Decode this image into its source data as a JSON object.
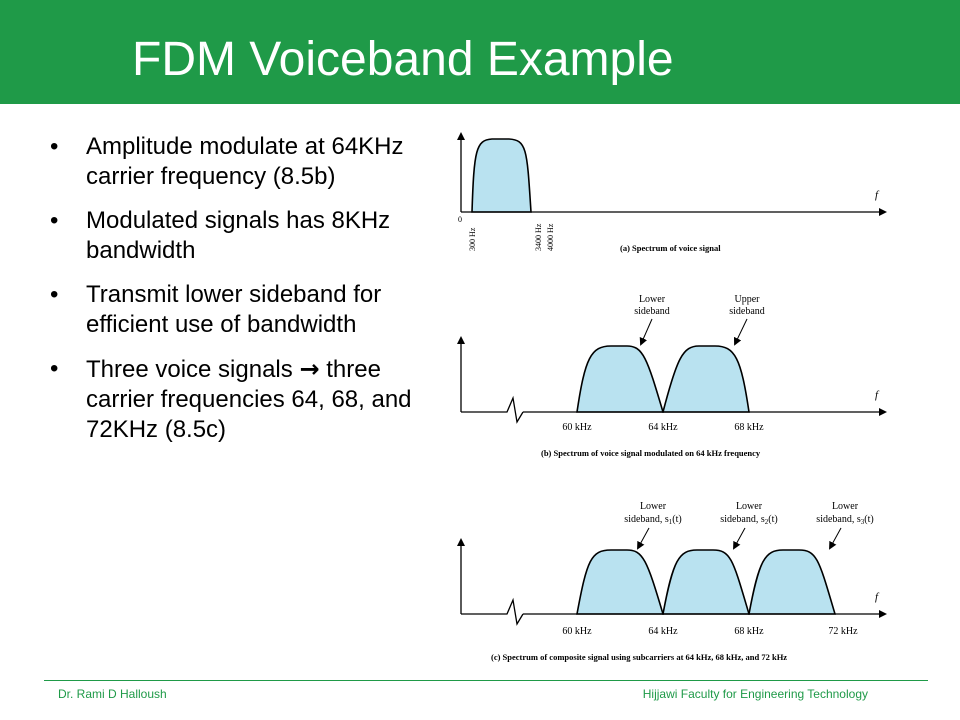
{
  "slide": {
    "title": "FDM Voiceband Example"
  },
  "bullets": [
    {
      "text": "Amplitude modulate at 64KHz carrier frequency (8.5b)"
    },
    {
      "text": "Modulated signals has 8KHz bandwidth"
    },
    {
      "text": "Transmit lower sideband for efficient use of bandwidth"
    },
    {
      "text_before": "Three voice signals",
      "arrow_icon": "→",
      "text_after": "three carrier frequencies 64, 68, and 72KHz (8.5c)"
    }
  ],
  "figure": {
    "colors": {
      "fill": "#b9e2f0",
      "stroke": "#000000"
    },
    "panel_a": {
      "axis_label": "f",
      "tick_labels": [
        "0",
        "300 Hz",
        "3400 Hz",
        "4000 Hz"
      ],
      "caption": "(a) Spectrum of voice signal"
    },
    "panel_b": {
      "axis_label": "f",
      "annotations": [
        "Lower",
        "sideband",
        "Upper",
        "sideband"
      ],
      "tick_labels": [
        "60 kHz",
        "64 kHz",
        "68 kHz"
      ],
      "caption": "(b) Spectrum of voice signal modulated on 64 kHz frequency"
    },
    "panel_c": {
      "axis_label": "f",
      "annotations": [
        {
          "line1": "Lower",
          "line2": "sideband, s",
          "sub": "1",
          "tail": "(t)"
        },
        {
          "line1": "Lower",
          "line2": "sideband, s",
          "sub": "2",
          "tail": "(t)"
        },
        {
          "line1": "Lower",
          "line2": "sideband, s",
          "sub": "3",
          "tail": "(t)"
        }
      ],
      "tick_labels": [
        "60 kHz",
        "64 kHz",
        "68 kHz",
        "72 kHz"
      ],
      "caption": "(c) Spectrum of composite signal using subcarriers at 64 kHz, 68 kHz, and 72 kHz"
    }
  },
  "footer": {
    "author": "Dr. Rami D Halloush",
    "faculty": "Hijjawi Faculty for Engineering Technology"
  }
}
